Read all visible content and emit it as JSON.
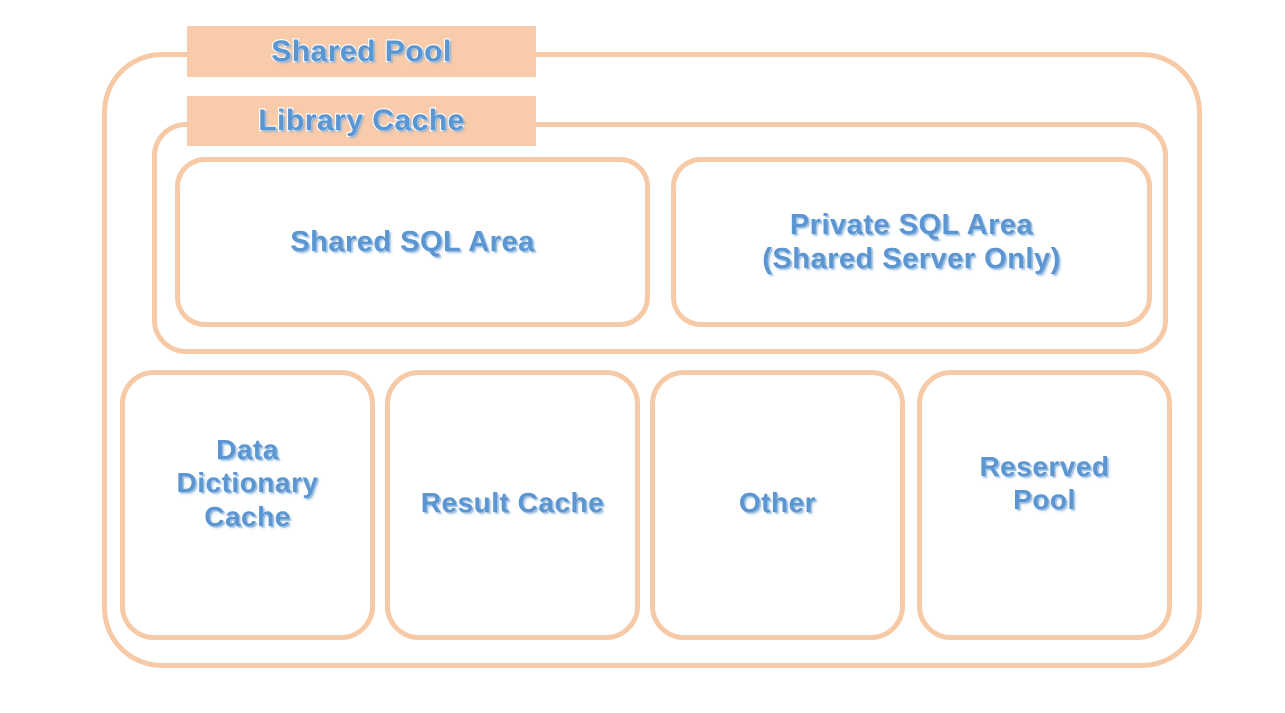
{
  "diagram": {
    "title": "Shared Pool",
    "colors": {
      "accent_border": "#f7caa7",
      "label_fill": "#f8cbab",
      "text_blue": "#5b96d2",
      "background": "#ffffff"
    },
    "labels": {
      "shared_pool": "Shared Pool",
      "library_cache": "Library Cache"
    },
    "library_cache_boxes": [
      {
        "id": "shared-sql-area",
        "lines": [
          "Shared SQL Area"
        ]
      },
      {
        "id": "private-sql-area",
        "lines": [
          "Private SQL Area",
          "(Shared Server Only)"
        ]
      }
    ],
    "shared_pool_boxes": [
      {
        "id": "data-dictionary-cache",
        "lines": [
          "Data",
          "Dictionary",
          "Cache"
        ]
      },
      {
        "id": "result-cache",
        "lines": [
          "Result Cache"
        ]
      },
      {
        "id": "other",
        "lines": [
          "Other"
        ]
      },
      {
        "id": "reserved-pool",
        "lines": [
          "Reserved",
          "Pool"
        ]
      }
    ],
    "text": {
      "shared_sql_area": "Shared SQL Area",
      "private_sql_area_l1": "Private SQL Area",
      "private_sql_area_l2": "(Shared Server Only)",
      "data_dictionary_cache_l1": "Data",
      "data_dictionary_cache_l2": "Dictionary",
      "data_dictionary_cache_l3": "Cache",
      "result_cache": "Result Cache",
      "other": "Other",
      "reserved_pool_l1": "Reserved",
      "reserved_pool_l2": "Pool"
    }
  }
}
